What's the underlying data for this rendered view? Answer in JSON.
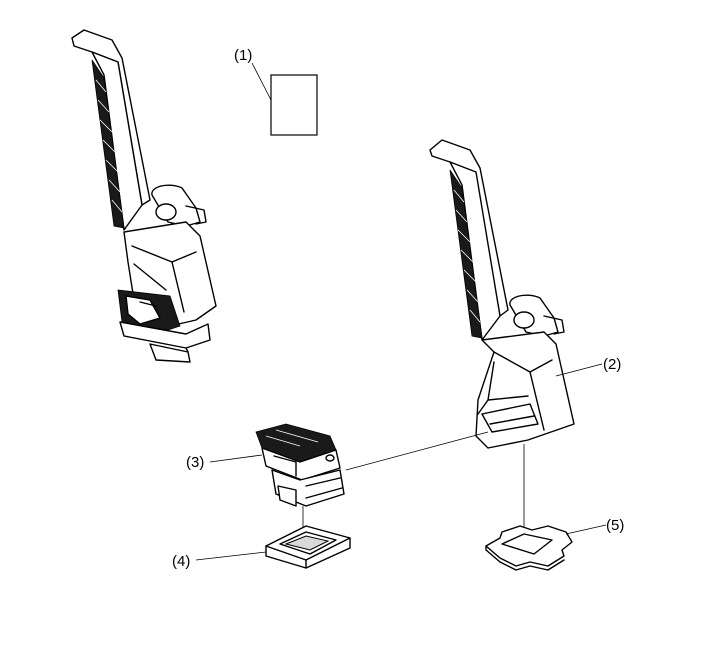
{
  "callouts": {
    "c1": "(1)",
    "c2": "(2)",
    "c3": "(3)",
    "c4": "(4)",
    "c5": "(5)"
  }
}
